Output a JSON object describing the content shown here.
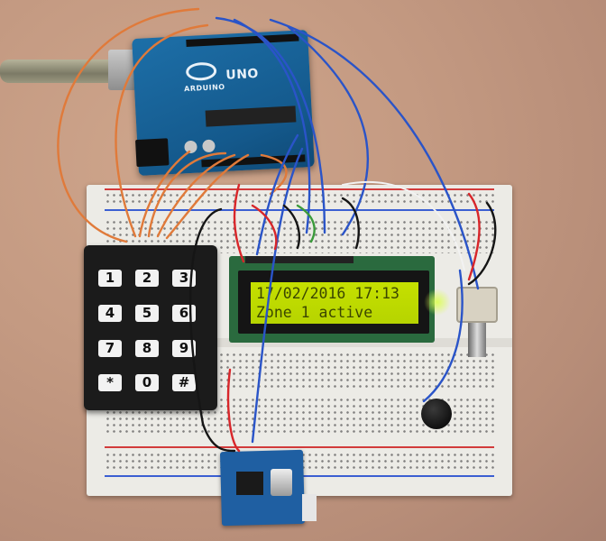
{
  "scene": {
    "components": {
      "arduino": {
        "brand_text": "ARDUINO",
        "model_text": "UNO"
      },
      "lcd": {
        "line1": "17/02/2016 17:13",
        "line2": "Zone 1 active",
        "backlight_color": "#c5e000"
      },
      "keypad": {
        "keys": [
          "1",
          "2",
          "3",
          "4",
          "5",
          "6",
          "7",
          "8",
          "9",
          "*",
          "0",
          "#"
        ]
      }
    },
    "colors": {
      "background": "#c49a82",
      "breadboard": "#ecebe6",
      "arduino_board": "#1d6fa8",
      "wire_orange": "#e07a3a",
      "wire_blue": "#2a54c8",
      "wire_black": "#151515",
      "wire_red": "#d8262a"
    }
  }
}
